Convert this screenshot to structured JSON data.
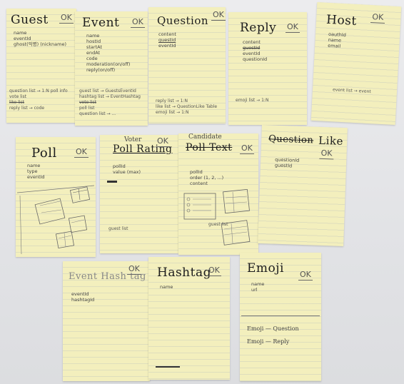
{
  "cards": {
    "guest": {
      "title": "Guest",
      "ok": "OK",
      "fields": [
        "name",
        "eventId",
        "ghost(익명) (nickname)"
      ],
      "relations": [
        "question list → 1:N poll info",
        "vote list",
        "like list",
        "reply list → code"
      ]
    },
    "event": {
      "title": "Event",
      "ok": "OK",
      "fields": [
        "name",
        "hostId",
        "startAt",
        "endAt",
        "code",
        "moderation(on/off)",
        "reply(on/off)"
      ],
      "relations": [
        "guest list → GuestsEventId",
        "hashtag list → EventHashtag",
        "vote list",
        "poll list",
        "question list → ..."
      ]
    },
    "question": {
      "title": "Question",
      "ok": "OK",
      "fields": [
        "content",
        "guestId",
        "eventId"
      ],
      "relations": [
        "reply list → 1:N",
        "like list → QuestionLike Table",
        "emoji list → 1:N"
      ]
    },
    "reply": {
      "title": "Reply",
      "ok": "OK",
      "fields": [
        "content",
        "guestId",
        "eventId",
        "questionId"
      ],
      "relations": [
        "emoji list → 1:N"
      ]
    },
    "host": {
      "title": "Host",
      "ok": "OK",
      "fields": [
        "oauthId",
        "name",
        "email"
      ],
      "relations": [
        "event list → event"
      ]
    },
    "poll": {
      "title": "Poll",
      "ok": "OK",
      "fields": [
        "name",
        "type",
        "eventId"
      ],
      "relations": []
    },
    "pollRating": {
      "title": "Poll Rating",
      "header": "Voter",
      "ok": "OK",
      "fields": [
        "pollId",
        "value (max)"
      ],
      "relations": [
        "guest list"
      ]
    },
    "pollText": {
      "title": "Poll Text",
      "header": "Candidate",
      "ok": "OK",
      "fields": [
        "pollId",
        "order (1, 2, ...)",
        "content"
      ],
      "relations": [
        "guest list"
      ]
    },
    "like": {
      "title_struck": "Question",
      "title": "Like",
      "ok": "OK",
      "fields": [
        "questionId",
        "guestId"
      ],
      "relations": []
    },
    "eventHashtag": {
      "title": "Event Hash tag",
      "ok": "OK",
      "fields": [
        "eventId",
        "hashtagId"
      ],
      "relations": []
    },
    "hashtag": {
      "title": "Hashtag",
      "ok": "OK",
      "fields": [
        "name"
      ],
      "relations": []
    },
    "emoji": {
      "title": "Emoji",
      "ok": "OK",
      "fields": [
        "name",
        "url"
      ],
      "relations": [
        "Emoji — Question",
        "Emoji — Reply"
      ]
    }
  }
}
